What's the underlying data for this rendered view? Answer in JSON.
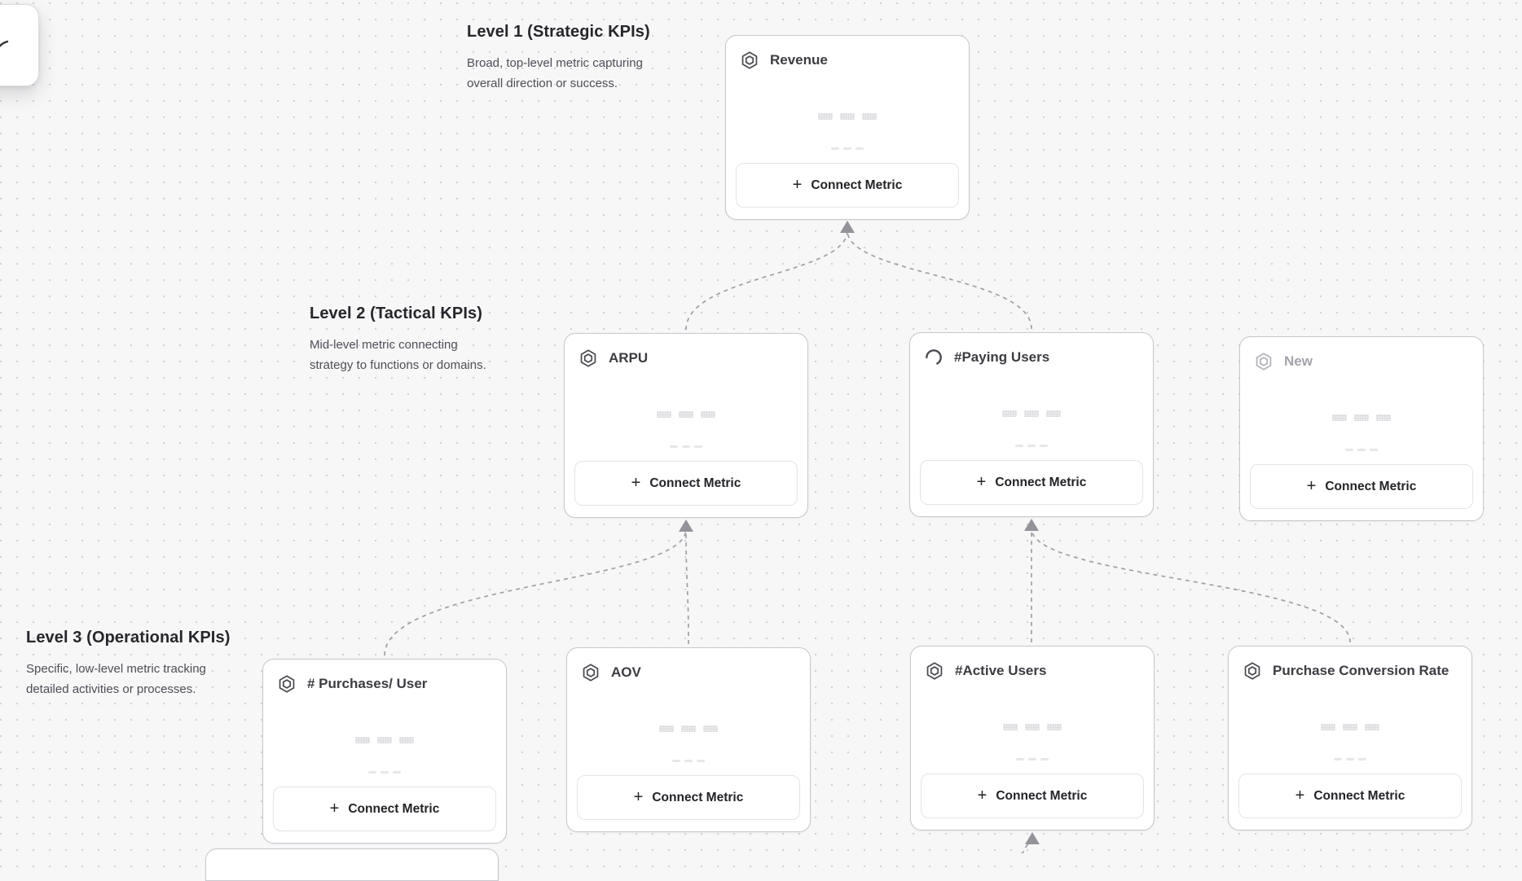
{
  "canvas": {
    "background": "#f7f7f8",
    "dot_color": "#d2d2d6",
    "edge_color": "#9f9fa6",
    "arrow_color": "#93939a"
  },
  "labels": {
    "connect_metric": "Connect Metric",
    "plus": "+"
  },
  "levels": [
    {
      "title": "Level 1 (Strategic KPIs)",
      "description_lines": [
        "Broad, top-level metric capturing",
        "overall direction or success."
      ]
    },
    {
      "title": "Level 2 (Tactical KPIs)",
      "description_lines": [
        "Mid-level metric connecting",
        "strategy to functions or domains."
      ]
    },
    {
      "title": "Level 3 (Operational KPIs)",
      "description_lines": [
        "Specific, low-level metric tracking",
        "detailed activities or processes."
      ]
    }
  ],
  "cards": [
    {
      "title": "Revenue",
      "level": 1,
      "icon": "hexagon-metric-icon",
      "state": "default"
    },
    {
      "title": "ARPU",
      "level": 2,
      "icon": "hexagon-metric-icon",
      "state": "default"
    },
    {
      "title": "#Paying Users",
      "level": 2,
      "icon": "loading-spinner-icon",
      "state": "loading"
    },
    {
      "title": "New",
      "level": 2,
      "icon": "hexagon-metric-icon",
      "state": "draft"
    },
    {
      "title": "# Purchases/ User",
      "level": 3,
      "icon": "hexagon-metric-icon",
      "state": "default"
    },
    {
      "title": "AOV",
      "level": 3,
      "icon": "hexagon-metric-icon",
      "state": "default"
    },
    {
      "title": "#Active Users",
      "level": 3,
      "icon": "hexagon-metric-icon",
      "state": "default"
    },
    {
      "title": "Purchase Conversion Rate",
      "level": 3,
      "icon": "hexagon-metric-icon",
      "state": "default"
    }
  ]
}
